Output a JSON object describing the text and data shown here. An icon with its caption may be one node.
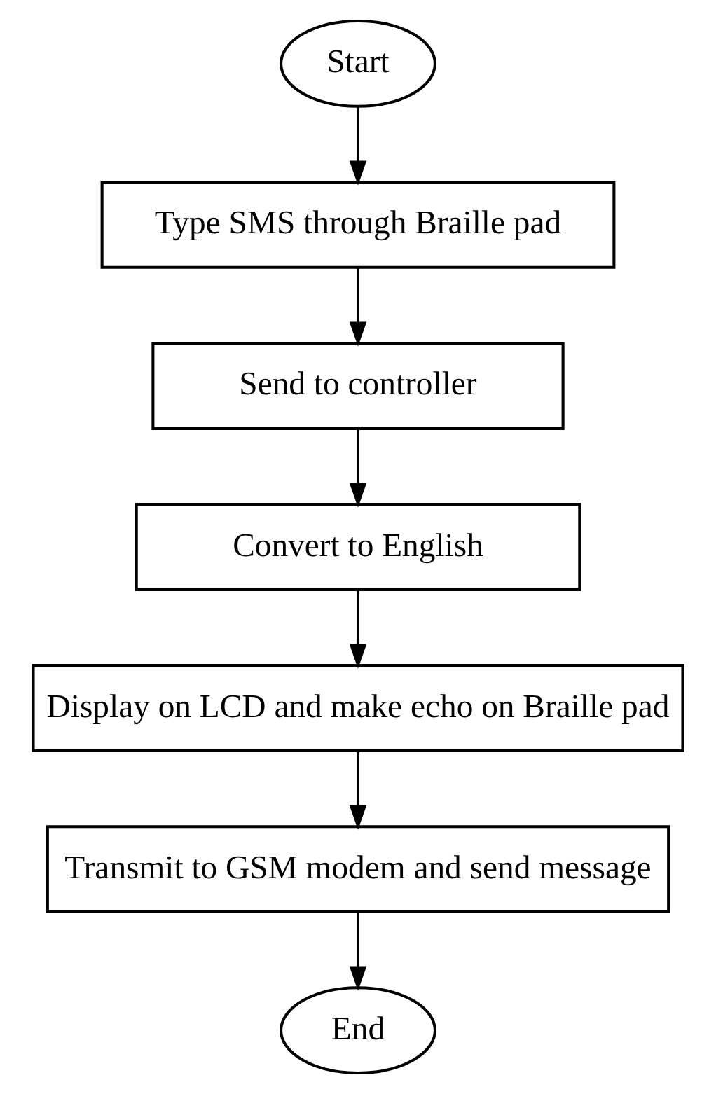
{
  "diagram": {
    "nodes": [
      {
        "text": [
          "Start"
        ]
      },
      {
        "text": [
          "Type SMS through Braille pad"
        ]
      },
      {
        "text": [
          "Send to controller"
        ]
      },
      {
        "text": [
          "Convert to English"
        ]
      },
      {
        "text": [
          "Display on LCD and make echo on Braille pad"
        ]
      },
      {
        "text": [
          "Transmit to GSM modem and send message"
        ]
      },
      {
        "text": [
          "End"
        ]
      }
    ],
    "edges": [
      {
        "from": 0,
        "to": 1,
        "arrow": "to"
      },
      {
        "from": 1,
        "to": 2,
        "arrow": "to"
      },
      {
        "from": 2,
        "to": 3,
        "arrow": "to"
      },
      {
        "from": 3,
        "to": 4,
        "arrow": "to"
      },
      {
        "from": 4,
        "to": 5,
        "arrow": "to"
      },
      {
        "from": 5,
        "to": 6,
        "arrow": "to"
      }
    ]
  }
}
